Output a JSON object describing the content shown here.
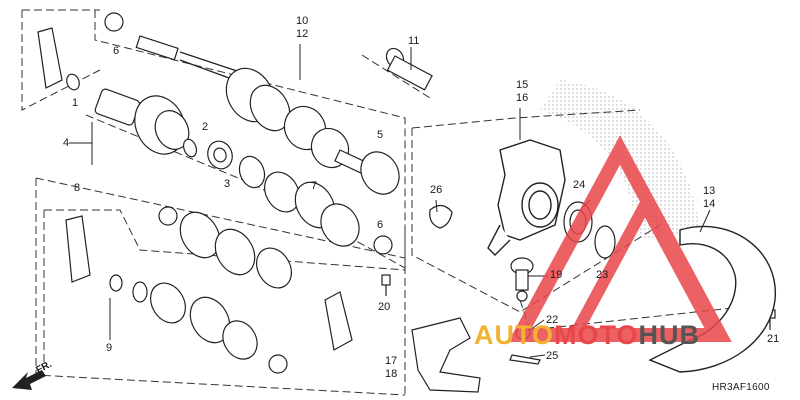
{
  "diagram": {
    "code": "HR3AF1600",
    "direction_label": "FR.",
    "watermark": {
      "part1": "AUTO",
      "part2": "MOTO",
      "part3": "HUB",
      "color_red": "#e8464a",
      "color_amber": "#f2b233"
    },
    "callouts": {
      "c1": "1",
      "c2": "2",
      "c3": "3",
      "c4": "4",
      "c5": "5",
      "c6a": "6",
      "c6b": "6",
      "c7": "7",
      "c8": "8",
      "c9": "9",
      "c10": "10",
      "c11": "11",
      "c12": "12",
      "c13": "13",
      "c14": "14",
      "c15": "15",
      "c16": "16",
      "c17": "17",
      "c18": "18",
      "c19": "19",
      "c20": "20",
      "c21": "21",
      "c22": "22",
      "c23": "23",
      "c24": "24",
      "c25": "25",
      "c26": "26"
    }
  }
}
